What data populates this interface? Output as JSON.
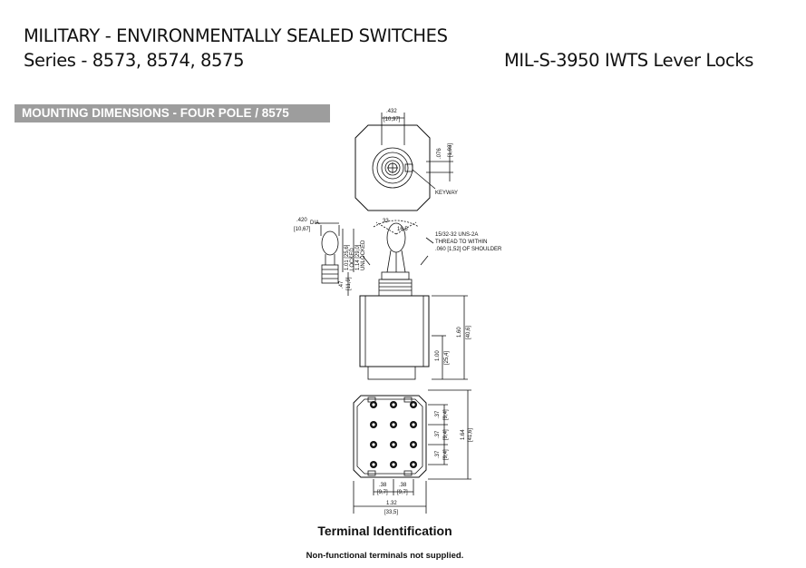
{
  "header": {
    "title_line1": "MILITARY - ENVIRONMENTALLY SEALED SWITCHES",
    "title_line2": "Series - 8573, 8574, 8575",
    "spec": "MIL-S-3950 IWTS Lever Locks"
  },
  "section": {
    "label": "MOUNTING DIMENSIONS - FOUR POLE / 8575"
  },
  "drawing": {
    "dim_432": ".432",
    "dim_10_97": "[10,97]",
    "dim_076": ".076",
    "dim_1_93": "[1,93]",
    "keyway": "KEYWAY",
    "dim_420": ".420",
    "dia": "DIA.",
    "dim_10_67": "[10,67]",
    "dim_33": "33",
    "dim_16_5": "16.5",
    "thread_1": "15/32-32 UNS-2A",
    "thread_2": "THREAD TO WITHIN",
    "thread_3": ".060 [1,52] OF SHOULDER",
    "dim_1_01": "1.01 [25,6]",
    "locked": "LOCKED",
    "dim_1_14": "1.14 [29,0]",
    "unlocked": "UNLOCKED",
    "dim_47": ".47",
    "dim_11_9": "[11,9]",
    "dim_1_60": "1.60",
    "dim_40_6": "[40,6]",
    "dim_1_00": "1.00",
    "dim_25_4": "[25,4]",
    "dim_37_a": ".37",
    "dim_9_4_a": "[9,4]",
    "dim_37_b": ".37",
    "dim_9_4_b": "[9,4]",
    "dim_37_c": ".37",
    "dim_9_4_c": "[9,4]",
    "dim_1_64": "1.64",
    "dim_41_6": "[41,6]",
    "dim_38_a": ".38",
    "dim_9_7_a": "[9,7]",
    "dim_38_b": ".38",
    "dim_9_7_b": "[9,7]",
    "dim_1_32": "1.32",
    "dim_33_5": "[33,5]"
  },
  "captions": {
    "terminal_identification": "Terminal Identification",
    "note": "Non-functional terminals not supplied."
  }
}
